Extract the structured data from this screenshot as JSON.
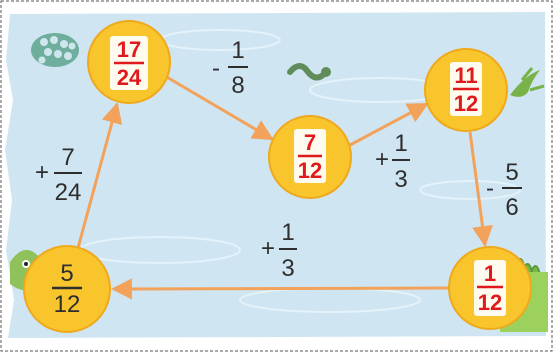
{
  "colors": {
    "water": "#cfe6f2",
    "water_light": "#e6f3fa",
    "node_fill": "#f8c52d",
    "node_stroke": "#f0a81c",
    "arrow": "#f2a25a",
    "red_text": "#e0191c",
    "dark_text": "#2e2e2e",
    "badge_bg": "#ffffff"
  },
  "nodes": [
    {
      "id": "n1",
      "numerator": "17",
      "denominator": "24",
      "style": "red"
    },
    {
      "id": "n2",
      "numerator": "7",
      "denominator": "12",
      "style": "red"
    },
    {
      "id": "n3",
      "numerator": "11",
      "denominator": "12",
      "style": "red"
    },
    {
      "id": "n4",
      "numerator": "1",
      "denominator": "12",
      "style": "red"
    },
    {
      "id": "n5",
      "numerator": "5",
      "denominator": "12",
      "style": "dark"
    }
  ],
  "operations": [
    {
      "id": "op1",
      "sign": "+",
      "numerator": "7",
      "denominator": "24"
    },
    {
      "id": "op2",
      "sign": "-",
      "numerator": "1",
      "denominator": "8"
    },
    {
      "id": "op3",
      "sign": "+",
      "numerator": "1",
      "denominator": "3"
    },
    {
      "id": "op4",
      "sign": "-",
      "numerator": "5",
      "denominator": "6"
    },
    {
      "id": "op5",
      "sign": "+",
      "numerator": "1",
      "denominator": "3"
    }
  ],
  "decorations": [
    "fish-cluster-icon",
    "snake-icon",
    "lizard-icon",
    "frog-icon",
    "grass-icon"
  ]
}
